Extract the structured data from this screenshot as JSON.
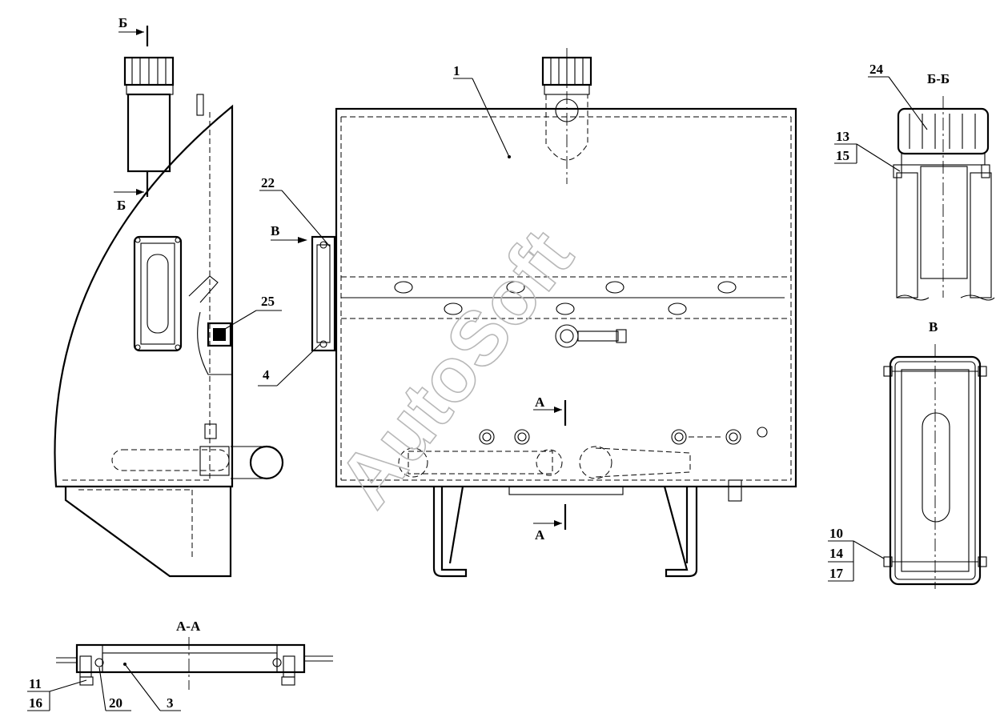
{
  "watermark": "AutoSoft",
  "sections": {
    "bb_title": "Б-Б",
    "aa_title": "А-А",
    "v_title": "В",
    "b_marker": "Б",
    "a_marker": "А",
    "v_marker": "В"
  },
  "callouts": {
    "c1": "1",
    "c3": "3",
    "c4": "4",
    "c10": "10",
    "c11": "11",
    "c13": "13",
    "c14": "14",
    "c15": "15",
    "c16": "16",
    "c17": "17",
    "c20": "20",
    "c22": "22",
    "c24": "24",
    "c25": "25"
  }
}
